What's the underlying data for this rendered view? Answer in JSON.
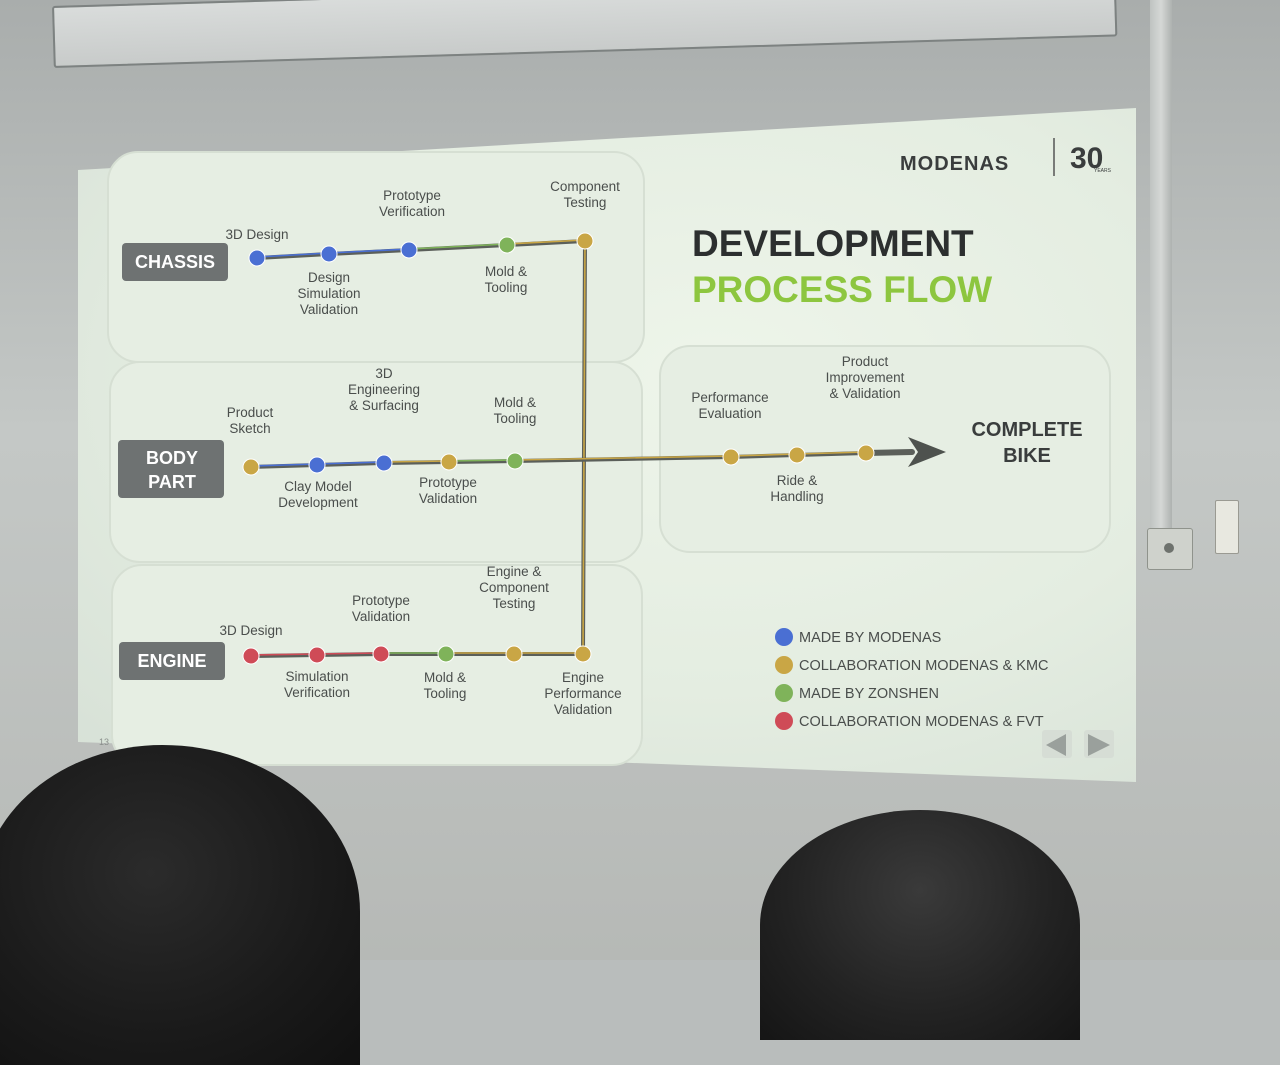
{
  "brand": {
    "name": "MODENAS",
    "anniversary": "30",
    "anniversary_sub": "YEARS"
  },
  "title": {
    "line1": "DEVELOPMENT",
    "line2": "PROCESS FLOW"
  },
  "page_number": "13",
  "colors": {
    "made_by_modenas": "#4a6fd3",
    "collab_kmc": "#c9a645",
    "made_by_zonshen": "#7fb35a",
    "collab_fvt": "#cf4b57",
    "title_dark": "#2c2f2f",
    "title_green": "#8dc63f",
    "label_bg": "#6e7272"
  },
  "tracks": [
    {
      "name": "CHASSIS",
      "steps": [
        {
          "label": [
            "3D Design"
          ],
          "color": "made_by_modenas"
        },
        {
          "label": [
            "Design",
            "Simulation",
            "Validation"
          ],
          "color": "made_by_modenas"
        },
        {
          "label": [
            "Prototype",
            "Verification"
          ],
          "color": "made_by_modenas"
        },
        {
          "label": [
            "Mold &",
            "Tooling"
          ],
          "color": "made_by_zonshen"
        },
        {
          "label": [
            "Component",
            "Testing"
          ],
          "color": "collab_kmc"
        }
      ]
    },
    {
      "name": "BODY PART",
      "steps": [
        {
          "label": [
            "Product",
            "Sketch"
          ],
          "color": "collab_kmc"
        },
        {
          "label": [
            "Clay Model",
            "Development"
          ],
          "color": "made_by_modenas"
        },
        {
          "label": [
            "3D",
            "Engineering",
            "& Surfacing"
          ],
          "color": "made_by_modenas"
        },
        {
          "label": [
            "Prototype",
            "Validation"
          ],
          "color": "collab_kmc"
        },
        {
          "label": [
            "Mold &",
            "Tooling"
          ],
          "color": "made_by_zonshen"
        }
      ]
    },
    {
      "name": "ENGINE",
      "steps": [
        {
          "label": [
            "3D Design"
          ],
          "color": "collab_fvt"
        },
        {
          "label": [
            "Simulation",
            "Verification"
          ],
          "color": "collab_fvt"
        },
        {
          "label": [
            "Prototype",
            "Validation"
          ],
          "color": "collab_fvt"
        },
        {
          "label": [
            "Mold &",
            "Tooling"
          ],
          "color": "made_by_zonshen"
        },
        {
          "label": [
            "Engine &",
            "Component",
            "Testing"
          ],
          "color": "collab_kmc"
        },
        {
          "label": [
            "Engine",
            "Performance",
            "Validation"
          ],
          "color": "collab_kmc"
        }
      ]
    }
  ],
  "final_stage": {
    "steps": [
      {
        "label": [
          "Performance",
          "Evaluation"
        ],
        "color": "collab_kmc"
      },
      {
        "label": [
          "Ride &",
          "Handling"
        ],
        "color": "collab_kmc"
      },
      {
        "label": [
          "Product",
          "Improvement",
          "& Validation"
        ],
        "color": "collab_kmc"
      }
    ],
    "result": [
      "COMPLETE",
      "BIKE"
    ]
  },
  "legend": [
    {
      "label": "MADE BY MODENAS",
      "color": "made_by_modenas"
    },
    {
      "label": "COLLABORATION MODENAS & KMC",
      "color": "collab_kmc"
    },
    {
      "label": "MADE BY ZONSHEN",
      "color": "made_by_zonshen"
    },
    {
      "label": "COLLABORATION MODENAS & FVT",
      "color": "collab_fvt"
    }
  ],
  "nav": {
    "prev_icon": "arrow-left-icon",
    "next_icon": "arrow-right-icon"
  }
}
